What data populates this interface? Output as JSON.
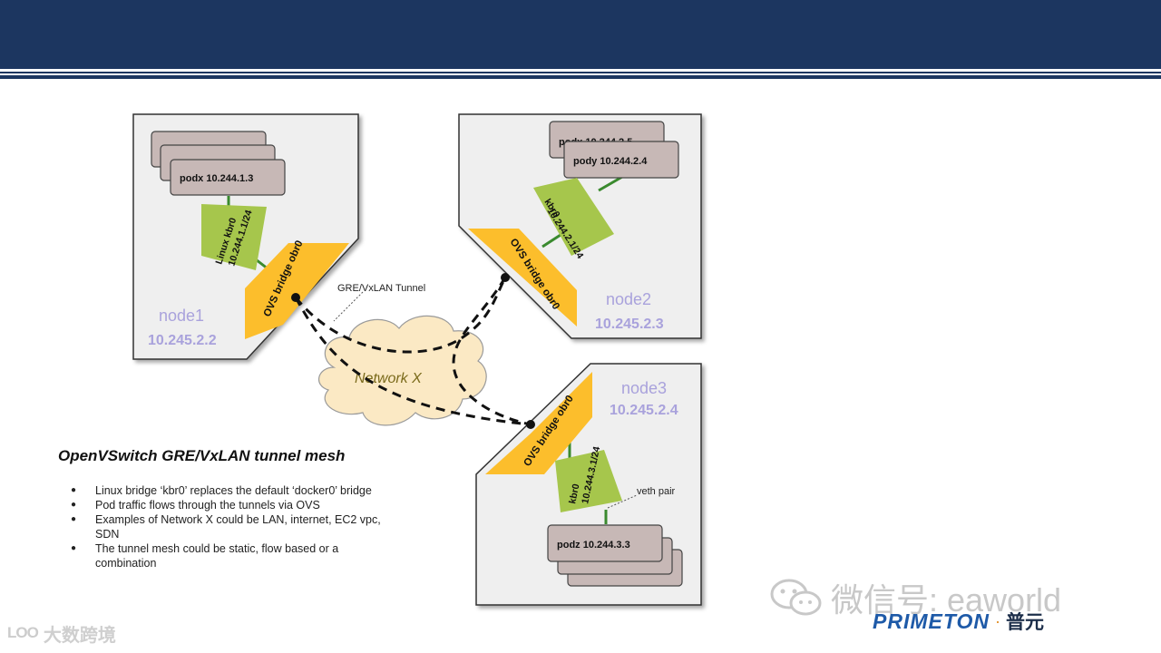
{
  "diagram": {
    "nodes": [
      {
        "name": "node1",
        "ip": "10.245.2.2",
        "pod": "podx  10.244.1.3",
        "bridge": "Linux kbr0",
        "subnet": "10.244.1.1/24",
        "ovs": "OVS bridge obr0"
      },
      {
        "name": "node2",
        "ip": "10.245.2.3",
        "pod_back": "podx  10.244.2.5",
        "pod": "pody  10.244.2.4",
        "bridge": "kbr0",
        "subnet": "10.244.2.1/24",
        "ovs": "OVS bridge obr0"
      },
      {
        "name": "node3",
        "ip": "10.245.2.4",
        "pod": "podz  10.244.3.3",
        "bridge": "kbr0",
        "subnet": "10.244.3.1/24",
        "ovs": "OVS bridge obr0"
      }
    ],
    "cloud_label": "Network X",
    "tunnel_label": "GRE/VxLAN Tunnel",
    "veth_label": "veth pair"
  },
  "caption": {
    "title": "OpenVSwitch GRE/VxLAN tunnel mesh",
    "bullets": [
      "Linux bridge ‘kbr0’ replaces the default ‘docker0’ bridge",
      "Pod traffic flows through the tunnels via OVS",
      "Examples of Network X could be LAN, internet, EC2 vpc, SDN",
      "The tunnel mesh could be static, flow based or a combination"
    ]
  },
  "watermarks": {
    "left_logo": "LOO",
    "left_text": "大数跨境",
    "wechat": "微信号: eaworld",
    "brand_name": "PRIMETON",
    "brand_dot": "·",
    "brand_cn": "普元"
  },
  "colors": {
    "header": "#1c3660",
    "ovs_fill": "#fcbe2c",
    "kbr_fill": "#a6c64c",
    "pod_fill": "#c7b8b6",
    "node_label": "#a9a2dc",
    "cloud_fill": "#fbe9c4"
  }
}
